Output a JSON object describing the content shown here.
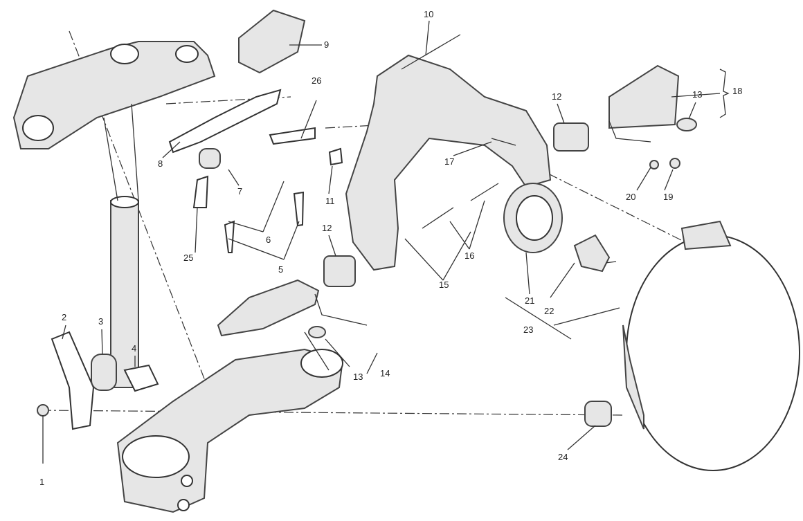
{
  "diagram": {
    "labels": [
      "1",
      "2",
      "3",
      "4",
      "5",
      "6",
      "7",
      "8",
      "9",
      "10",
      "11",
      "12",
      "12",
      "13",
      "13",
      "14",
      "15",
      "16",
      "17",
      "18",
      "19",
      "20",
      "21",
      "22",
      "23",
      "24",
      "25",
      "26"
    ]
  }
}
